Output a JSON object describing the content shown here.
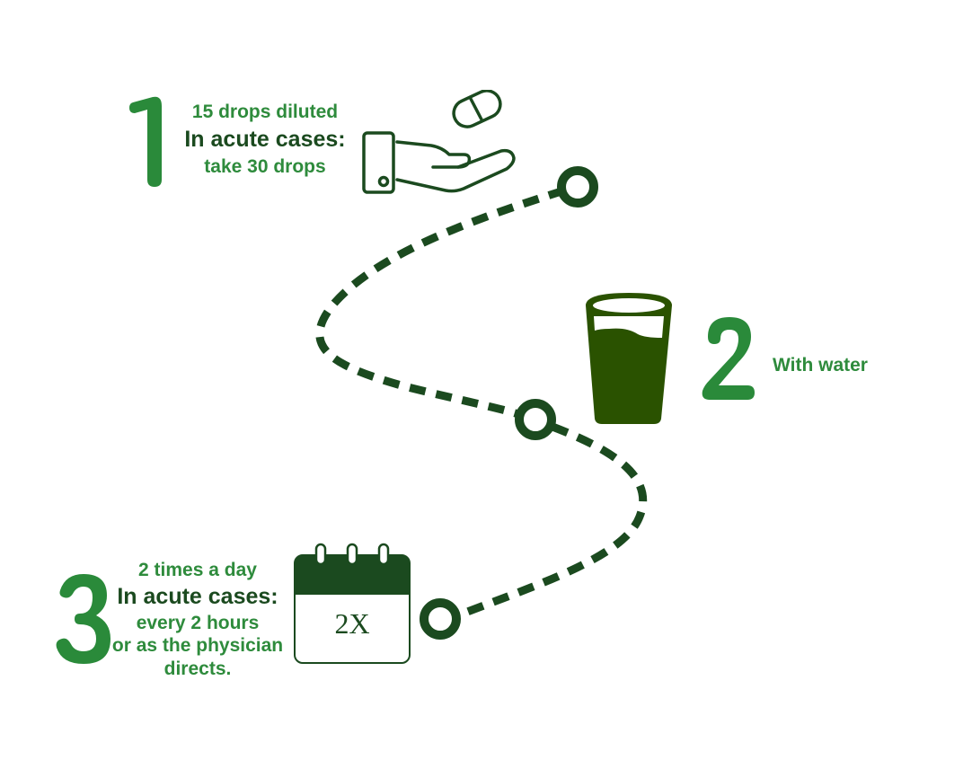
{
  "colors": {
    "number_green": "#2a8a3a",
    "text_green": "#2e8b3c",
    "dark_green": "#1b4a1f",
    "glass_green": "#2a5200"
  },
  "steps": [
    {
      "number": "1",
      "lines": [
        "15 drops diluted",
        "In acute cases:",
        "take 30 drops"
      ],
      "icon": "hand-with-pill-icon"
    },
    {
      "number": "2",
      "lines": [
        "With water"
      ],
      "icon": "glass-of-water-icon"
    },
    {
      "number": "3",
      "lines": [
        "2 times a day",
        "In acute cases:",
        "every 2 hours",
        "or as the physician",
        "directs."
      ],
      "icon": "calendar-icon",
      "icon_text": "2X"
    }
  ]
}
